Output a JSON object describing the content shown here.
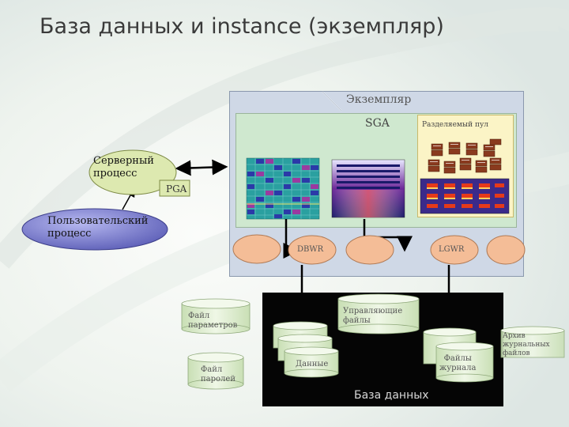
{
  "title": "База данных и instance (экземпляр)",
  "instance": {
    "label": "Экземпляр",
    "sga": {
      "label": "SGA",
      "shared_pool": "Разделяемый пул"
    },
    "processes": {
      "dbwr": "DBWR",
      "lgwr": "LGWR"
    }
  },
  "server_process": {
    "label_line1": "Серверный",
    "label_line2": "процесс",
    "pga": "PGA"
  },
  "user_process": {
    "label_line1": "Пользовательский",
    "label_line2": "процесс"
  },
  "database": {
    "label": "База данных",
    "control_files": {
      "line1": "Управляющие",
      "line2": "файлы"
    },
    "data_files": "Данные",
    "redo_files": {
      "line1": "Файлы",
      "line2": "журнала"
    }
  },
  "parameter_file": {
    "line1": "Файл",
    "line2": "параметров"
  },
  "password_file": {
    "line1": "Файл",
    "line2": "паролей"
  },
  "archive_files": {
    "line1": "Архив",
    "line2": "журнальных",
    "line3": "файлов"
  },
  "colors": {
    "instance_bg": "#cfd8e6",
    "sga_bg": "#cfe8cf",
    "pool_bg": "#fbf4c6",
    "process_fill": "#f4bd97",
    "server_fill": "#dde9b0",
    "user_fill": "#7a7ccc",
    "cylinder_fill": "#e2f0d2",
    "database_bg": "#050505"
  }
}
